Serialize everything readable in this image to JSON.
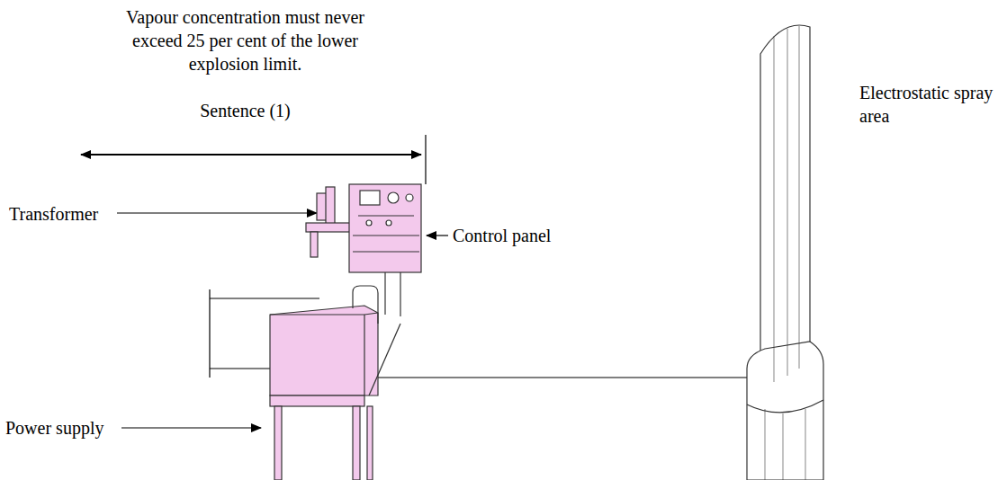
{
  "diagram": {
    "labels": [
      "Vapour concentration must never exceed 25 per cent of the lower explosion limit.",
      "Sentence (1)",
      "Transformer",
      "Control panel",
      "Power supply",
      "Electrostatic spray area"
    ]
  }
}
